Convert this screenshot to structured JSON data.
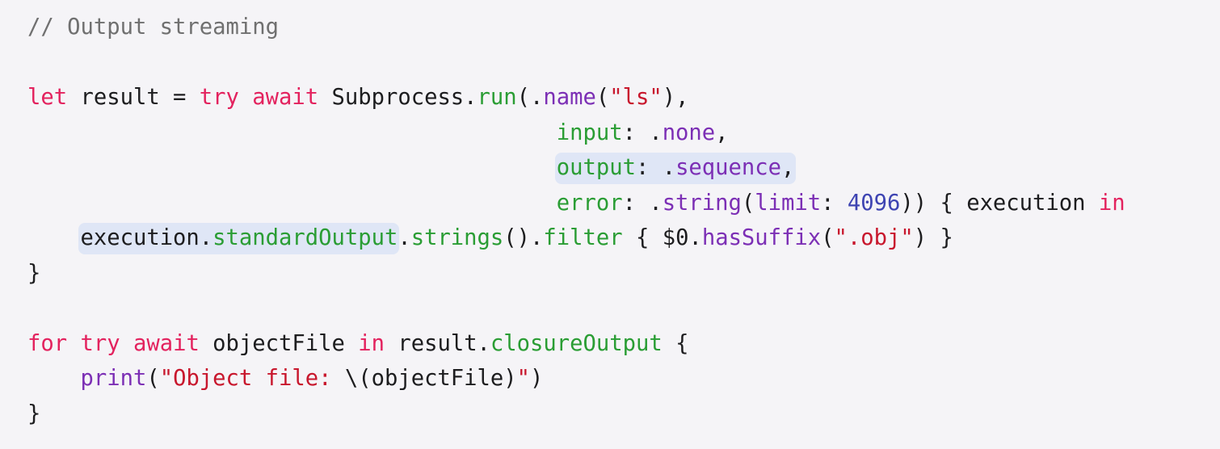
{
  "code": {
    "lines": [
      {
        "tokens": [
          {
            "text": "// Output streaming",
            "kind": "comment"
          }
        ]
      },
      {
        "tokens": []
      },
      {
        "tokens": [
          {
            "text": "let",
            "kind": "keyword"
          },
          {
            "text": " result = ",
            "kind": "plain"
          },
          {
            "text": "try",
            "kind": "keyword"
          },
          {
            "text": " ",
            "kind": "plain"
          },
          {
            "text": "await",
            "kind": "keyword"
          },
          {
            "text": " Subprocess.",
            "kind": "plain"
          },
          {
            "text": "run",
            "kind": "function"
          },
          {
            "text": "(.",
            "kind": "plain"
          },
          {
            "text": "name",
            "kind": "member"
          },
          {
            "text": "(",
            "kind": "plain"
          },
          {
            "text": "\"ls\"",
            "kind": "string"
          },
          {
            "text": "),",
            "kind": "plain"
          }
        ]
      },
      {
        "tokens": [
          {
            "text": "                                        ",
            "kind": "plain"
          },
          {
            "text": "input",
            "kind": "function"
          },
          {
            "text": ": .",
            "kind": "plain"
          },
          {
            "text": "none",
            "kind": "member"
          },
          {
            "text": ",",
            "kind": "plain"
          }
        ]
      },
      {
        "tokens": [
          {
            "text": "                                        ",
            "kind": "plain"
          },
          {
            "text": "output",
            "kind": "function",
            "hl": "start"
          },
          {
            "text": ": .",
            "kind": "plain",
            "hl": "mid"
          },
          {
            "text": "sequence",
            "kind": "member",
            "hl": "mid"
          },
          {
            "text": ",",
            "kind": "plain",
            "hl": "end"
          }
        ]
      },
      {
        "tokens": [
          {
            "text": "                                        ",
            "kind": "plain"
          },
          {
            "text": "error",
            "kind": "function"
          },
          {
            "text": ": .",
            "kind": "plain"
          },
          {
            "text": "string",
            "kind": "member"
          },
          {
            "text": "(",
            "kind": "plain"
          },
          {
            "text": "limit",
            "kind": "member"
          },
          {
            "text": ": ",
            "kind": "plain"
          },
          {
            "text": "4096",
            "kind": "number"
          },
          {
            "text": ")) { execution ",
            "kind": "plain"
          },
          {
            "text": "in",
            "kind": "keyword"
          }
        ]
      },
      {
        "tokens": [
          {
            "text": "    ",
            "kind": "plain"
          },
          {
            "text": "execution.",
            "kind": "plain",
            "hl": "start"
          },
          {
            "text": "standardOutput",
            "kind": "function",
            "hl": "end"
          },
          {
            "text": ".",
            "kind": "plain"
          },
          {
            "text": "strings",
            "kind": "function"
          },
          {
            "text": "().",
            "kind": "plain"
          },
          {
            "text": "filter",
            "kind": "function"
          },
          {
            "text": " { $0.",
            "kind": "plain"
          },
          {
            "text": "hasSuffix",
            "kind": "member"
          },
          {
            "text": "(",
            "kind": "plain"
          },
          {
            "text": "\".obj\"",
            "kind": "string"
          },
          {
            "text": ") }",
            "kind": "plain"
          }
        ]
      },
      {
        "tokens": [
          {
            "text": "}",
            "kind": "plain"
          }
        ]
      },
      {
        "tokens": []
      },
      {
        "tokens": [
          {
            "text": "for",
            "kind": "keyword"
          },
          {
            "text": " ",
            "kind": "plain"
          },
          {
            "text": "try",
            "kind": "keyword"
          },
          {
            "text": " ",
            "kind": "plain"
          },
          {
            "text": "await",
            "kind": "keyword"
          },
          {
            "text": " objectFile ",
            "kind": "plain"
          },
          {
            "text": "in",
            "kind": "keyword"
          },
          {
            "text": " result.",
            "kind": "plain"
          },
          {
            "text": "closureOutput",
            "kind": "function"
          },
          {
            "text": " {",
            "kind": "plain"
          }
        ]
      },
      {
        "tokens": [
          {
            "text": "    ",
            "kind": "plain"
          },
          {
            "text": "print",
            "kind": "member"
          },
          {
            "text": "(",
            "kind": "plain"
          },
          {
            "text": "\"Object file: ",
            "kind": "string"
          },
          {
            "text": "\\(objectFile)",
            "kind": "plain"
          },
          {
            "text": "\"",
            "kind": "string"
          },
          {
            "text": ")",
            "kind": "plain"
          }
        ]
      },
      {
        "tokens": [
          {
            "text": "}",
            "kind": "plain"
          }
        ]
      }
    ]
  },
  "colors": {
    "background": "#f5f4f7",
    "comment": "#707070",
    "keyword": "#e3225e",
    "plain": "#1d1d1f",
    "function": "#2a9d34",
    "member": "#7c2fb5",
    "string": "#c8172d",
    "number": "#3e44b2",
    "highlight": "#dfe6f6"
  }
}
